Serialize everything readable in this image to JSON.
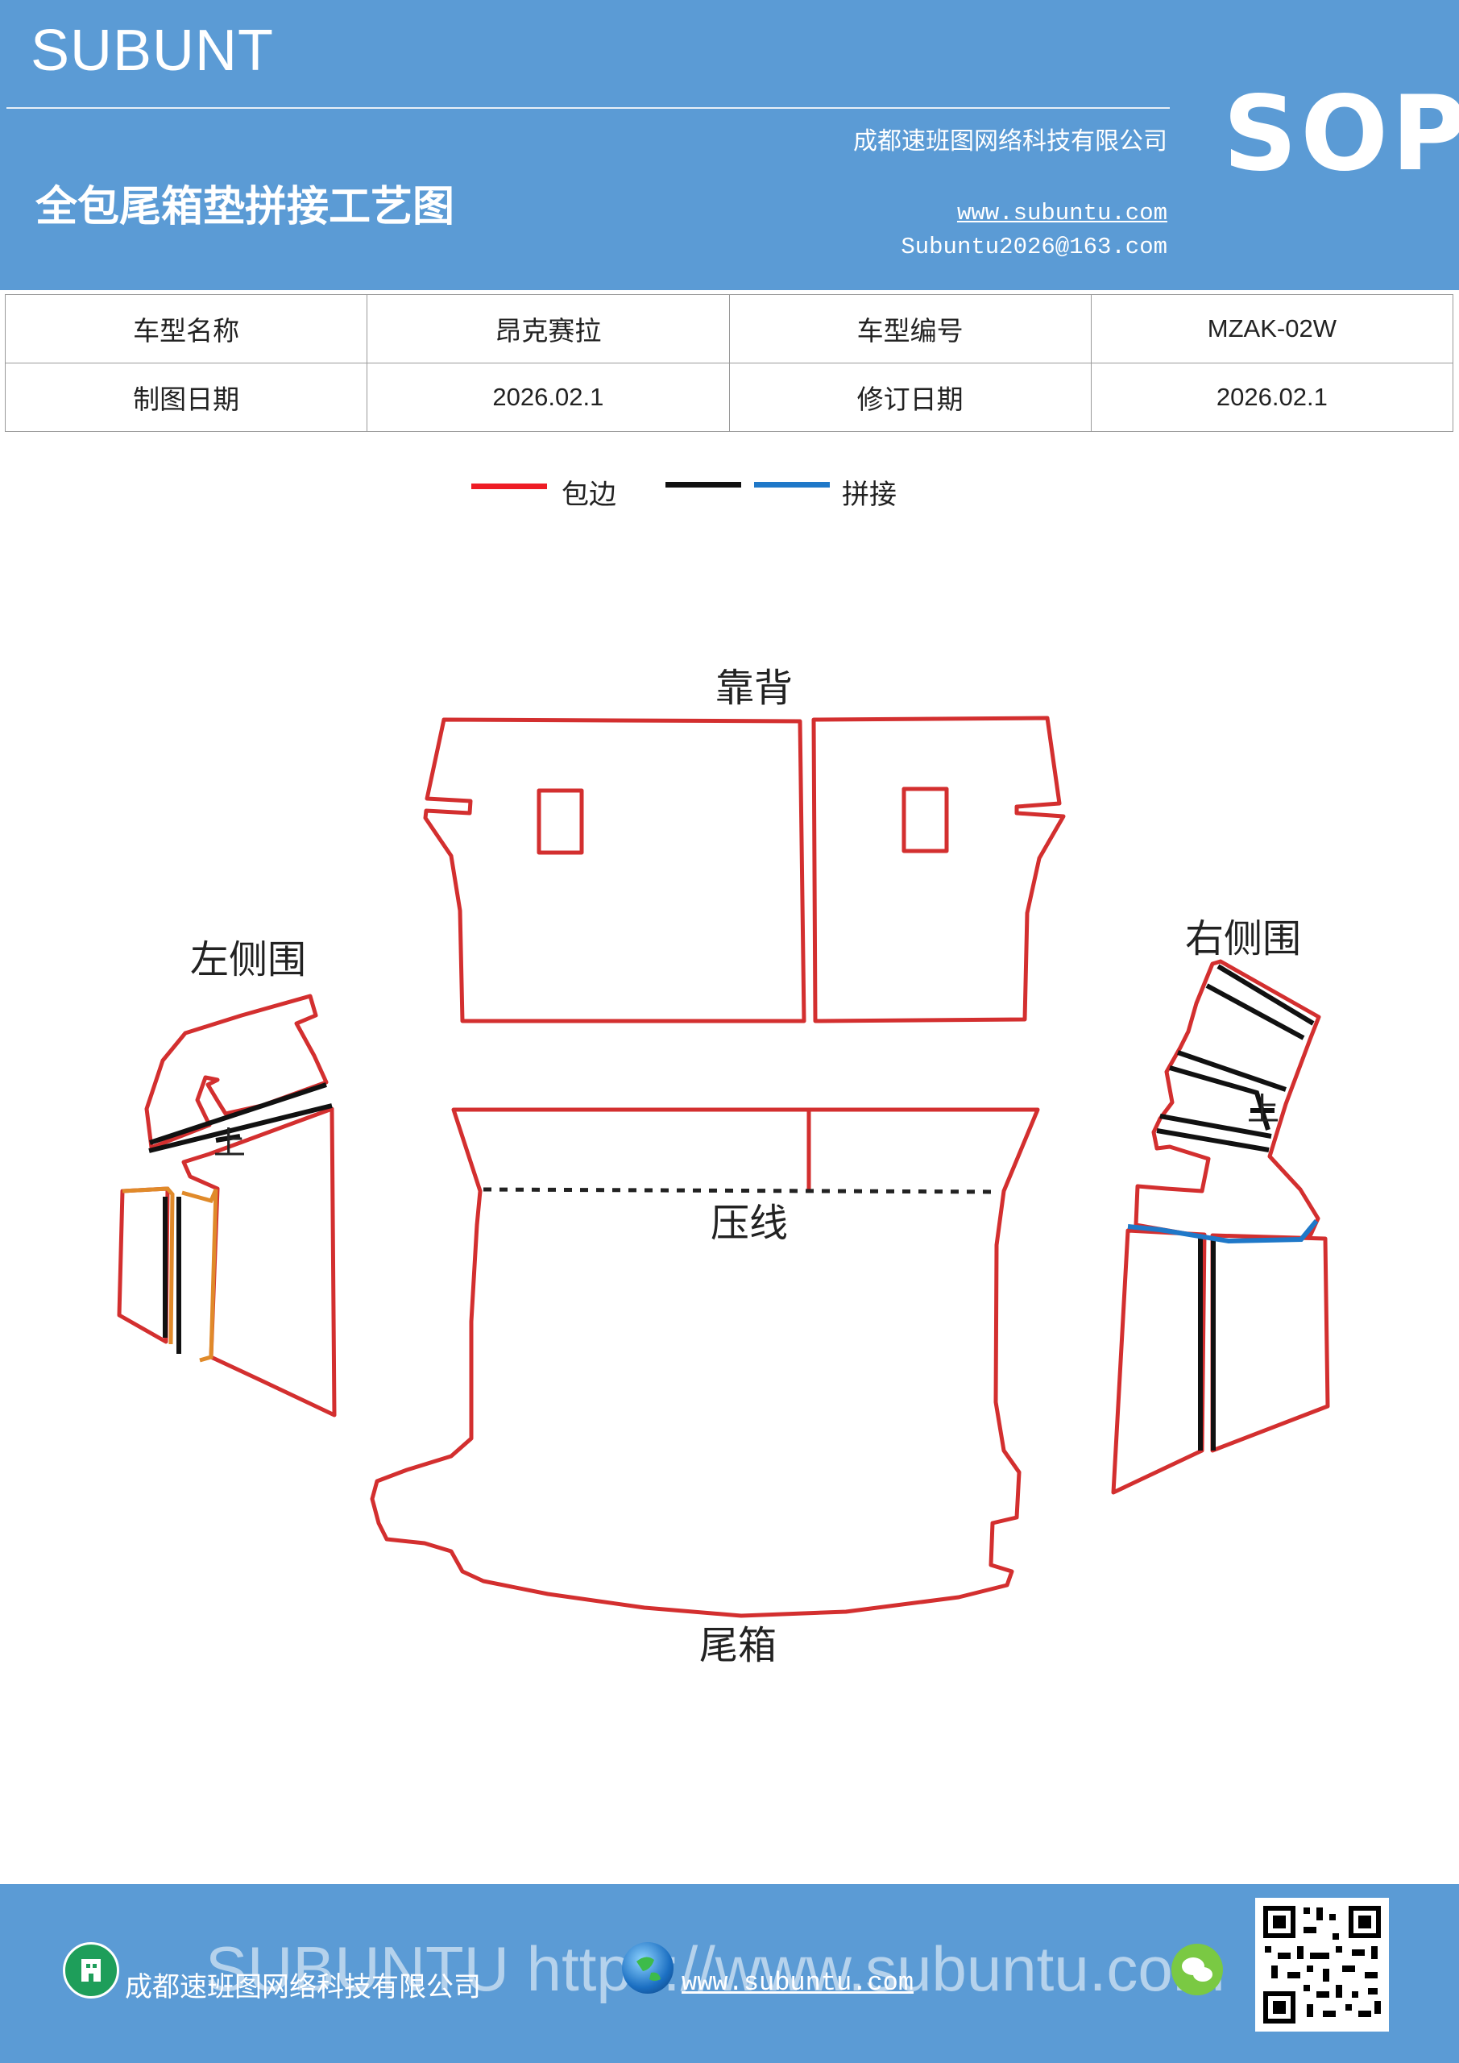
{
  "header": {
    "brand": "SUBUNT",
    "title": "全包尾箱垫拼接工艺图",
    "company": "成都速班图网络科技有限公司",
    "website": "www.subuntu.com",
    "email": "Subuntu2026@163.com",
    "badge": "SOP"
  },
  "info_table": {
    "model_name_label": "车型名称",
    "model_name_value": "昂克赛拉",
    "model_code_label": "车型编号",
    "model_code_value": "MZAK-02W",
    "draw_date_label": "制图日期",
    "draw_date_value": "2026.02.1",
    "revise_date_label": "修订日期",
    "revise_date_value": "2026.02.1"
  },
  "legend": {
    "items": [
      {
        "label": "包边",
        "color": "#ee1c25"
      },
      {
        "label": "",
        "color": "#111111"
      },
      {
        "label": "拼接",
        "color": "#1f78c8"
      }
    ]
  },
  "diagram": {
    "labels": {
      "backrest": "靠背",
      "left_side": "左侧围",
      "right_side": "右侧围",
      "press_line": "压线",
      "trunk": "尾箱",
      "top_mark_left": "上",
      "top_mark_right": "上"
    },
    "colors": {
      "binding": "#d32f2f",
      "seam": "#111111",
      "splice": "#1f78c8",
      "orange_edge": "#e08a2a"
    }
  },
  "footer": {
    "company": "成都速班图网络科技有限公司",
    "website": "www.subuntu.com",
    "watermark": "SUBUNTU https://www.subuntu.com",
    "icons": [
      "building-icon",
      "globe-icon",
      "wechat-icon",
      "qr-code"
    ]
  }
}
